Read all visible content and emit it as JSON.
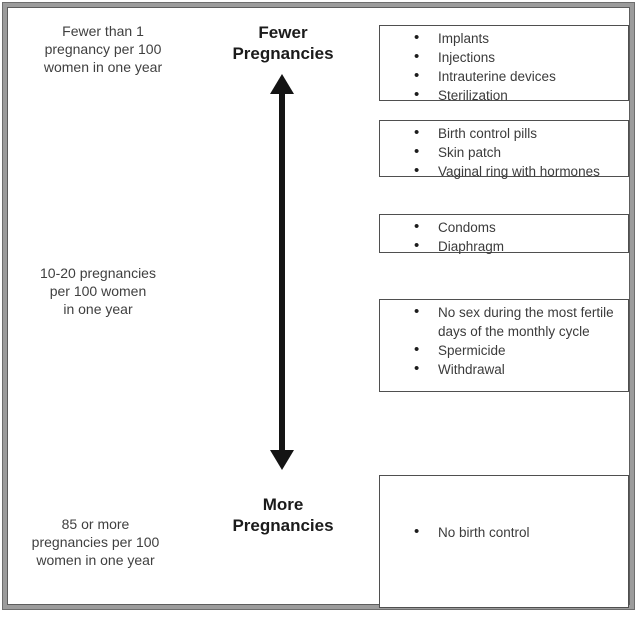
{
  "colors": {
    "background": "#ffffff",
    "frame_gray": "#9c9c9c",
    "frame_line": "#6e6e6e",
    "box_border": "#4f4f4f",
    "body_text": "#3b3b3b",
    "heading_text": "#1b1b1b",
    "arrow": "#141414"
  },
  "headings": {
    "top": "Fewer Pregnancies",
    "bottom": "More Pregnancies"
  },
  "rate_labels": [
    "Fewer than 1\npregnancy per 100\nwomen in one year",
    "10-20 pregnancies\nper 100 women\nin one year",
    "85 or more\npregnancies per 100\nwomen in one year"
  ],
  "arrow": {
    "icon": "double-headed-vertical-arrow"
  },
  "method_boxes": [
    {
      "items": [
        "Implants",
        "Injections",
        "Intrauterine devices",
        "Sterilization"
      ]
    },
    {
      "items": [
        "Birth control pills",
        "Skin patch",
        "Vaginal ring with hormones"
      ]
    },
    {
      "items": [
        "Condoms",
        "Diaphragm"
      ]
    },
    {
      "items": [
        "No sex during the most fertile days of the monthly cycle",
        "Spermicide",
        "Withdrawal"
      ]
    },
    {
      "items": [
        "No birth control"
      ]
    }
  ]
}
